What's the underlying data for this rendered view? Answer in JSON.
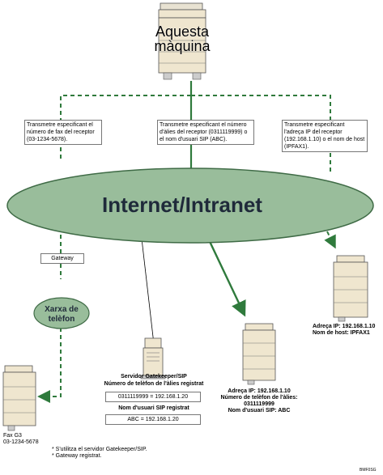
{
  "colors": {
    "ellipse_fill": "#99bd9b",
    "ellipse_stroke": "#3f6b46",
    "arrow_green": "#2f7a3c",
    "device_fill": "#efe6cf",
    "device_stroke": "#555555"
  },
  "machine": {
    "title_line1": "Aquesta",
    "title_line2": "màquina"
  },
  "network": {
    "label": "Internet/Intranet"
  },
  "pstn": {
    "label_line1": "Xarxa de",
    "label_line2": "telèfon"
  },
  "callouts": {
    "fax": "Transmetre especificant el número de fax del receptor (03-1234-5678).",
    "sip": "Transmetre especificant el número d'àlies del receptor (0311119999) o el nom d'usuari SIP (ABC).",
    "ip": "Transmetre especificant l'adreça IP del receptor (192.168.1.10) o el nom de host (IPFAX1)."
  },
  "gateway": {
    "label": "Gateway"
  },
  "fax_g3": {
    "line1": "Fax G3",
    "line2": "03-1234-5678"
  },
  "sip_server": {
    "title": "Servidor Gatekeeper/SIP",
    "subtitle": "Número de telèfon de l'àlies registrat",
    "entry1": "0311119999 = 192.168.1.20",
    "subtitle2": "Nom d'usuari SIP registrat",
    "entry2": "ABC = 192.168.1.20"
  },
  "recv_middle": {
    "line1": "Adreça IP: 192.168.1.10",
    "line2": "Número de telèfon de l'àlies:",
    "line3": "0311119999",
    "line4": "Nom d'usuari SIP: ABC"
  },
  "recv_right": {
    "line1": "Adreça IP: 192.168.1.10",
    "line2": "Nom de host: IPFAX1"
  },
  "footnotes": {
    "note1": "* S'utilitza el servidor Gatekeeper/SIP.",
    "note2": "* Gateway registrat."
  },
  "figure_code": "BMF0SG"
}
